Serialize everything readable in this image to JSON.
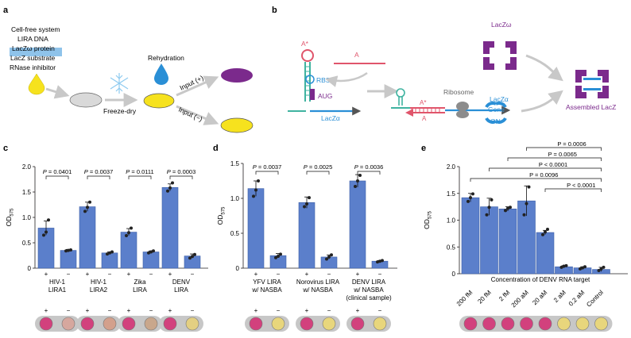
{
  "panel_labels": {
    "a": "a",
    "b": "b",
    "c": "c",
    "d": "d",
    "e": "e"
  },
  "panel_a": {
    "reagents": [
      "Cell-free system",
      "LIRA DNA",
      "LacZω protein",
      "LacZ substrate",
      "RNase inhibitor"
    ],
    "rehydration": "Rehydration",
    "freeze_dry": "Freeze-dry",
    "input_pos": "Input (+)",
    "input_neg": "Input (−)",
    "colors": {
      "yellow": "#f6e21e",
      "blue": "#2a8fd6",
      "purple": "#7b2a8c",
      "gray": "#d9d9d9",
      "highlight": "#8fc3ea"
    }
  },
  "panel_b": {
    "A_star_top": "A*",
    "A_trigger": "A",
    "RBS": "RBS",
    "AUG": "AUG",
    "LacZa_left": "LacZα",
    "A_star_mid": "A*",
    "A_mid": "A",
    "Ribosome": "Ribosome",
    "LacZa_right": "LacZα",
    "Gene": "Gene",
    "ON": "ON",
    "LacZw": "LacZω",
    "Assembled": "Assembled LacZ"
  },
  "chart_data": [
    {
      "panel": "c",
      "type": "bar",
      "ylabel": "OD575",
      "ylabel_main": "OD",
      "ylabel_sub": "575",
      "ylim": [
        0,
        2.0
      ],
      "yticks": [
        "0",
        "0.5",
        "1.0",
        "1.5",
        "2.0"
      ],
      "groups": [
        {
          "line1": "HIV-1",
          "line2": "LIRA1",
          "p": "0.0401"
        },
        {
          "line1": "HIV-1",
          "line2": "LIRA2",
          "p": "0.0037"
        },
        {
          "line1": "Zika",
          "line2": "LIRA",
          "p": "0.0111"
        },
        {
          "line1": "DENV",
          "line2": "LIRA",
          "p": "0.0003"
        }
      ],
      "values": [
        0.79,
        0.35,
        1.21,
        0.3,
        0.71,
        0.32,
        1.59,
        0.24
      ],
      "errors": [
        0.14,
        0.02,
        0.09,
        0.02,
        0.07,
        0.02,
        0.07,
        0.04
      ],
      "pts": [
        [
          0.65,
          0.71,
          0.95
        ],
        [
          0.34,
          0.35,
          0.36
        ],
        [
          1.12,
          1.2,
          1.3
        ],
        [
          0.28,
          0.3,
          0.32
        ],
        [
          0.64,
          0.7,
          0.79
        ],
        [
          0.3,
          0.32,
          0.34
        ],
        [
          1.52,
          1.58,
          1.68
        ],
        [
          0.2,
          0.23,
          0.27
        ]
      ],
      "signs": [
        "+",
        "−"
      ],
      "well_colors": [
        "#d2417d",
        "#d6a79e",
        "#d2417d",
        "#d3a08c",
        "#d2417d",
        "#c9a78c",
        "#d2417d",
        "#e3cf82"
      ]
    },
    {
      "panel": "d",
      "type": "bar",
      "ylabel": "OD575",
      "ylabel_main": "OD",
      "ylabel_sub": "575",
      "ylim": [
        0,
        1.5
      ],
      "yticks": [
        "0",
        "0.5",
        "1.0",
        "1.5"
      ],
      "groups": [
        {
          "line1": "YFV LIRA",
          "line2": "w/ NASBA",
          "line3": "",
          "p": "0.0037"
        },
        {
          "line1": "Norovirus LIRA",
          "line2": "w/ NASBA",
          "line3": "",
          "p": "0.0025"
        },
        {
          "line1": "DENV LIRA",
          "line2": "w/ NASBA",
          "line3": "(clinical sample)",
          "p": "0.0036"
        }
      ],
      "values": [
        1.14,
        0.18,
        0.94,
        0.16,
        1.25,
        0.1
      ],
      "errors": [
        0.11,
        0.03,
        0.08,
        0.03,
        0.09,
        0.01
      ],
      "pts": [
        [
          1.03,
          1.12,
          1.25
        ],
        [
          0.15,
          0.17,
          0.2
        ],
        [
          0.88,
          0.92,
          1.01
        ],
        [
          0.13,
          0.16,
          0.19
        ],
        [
          1.17,
          1.25,
          1.33
        ],
        [
          0.09,
          0.1,
          0.11
        ]
      ],
      "signs": [
        "+",
        "−"
      ],
      "well_colors": [
        "#d2417d",
        "#e8d67c",
        "#d2417d",
        "#e8d67c",
        "#d2417d",
        "#e8d67c"
      ]
    },
    {
      "panel": "e",
      "type": "bar",
      "ylabel": "OD575",
      "ylabel_main": "OD",
      "ylabel_sub": "575",
      "ylim": [
        0,
        2.0
      ],
      "yticks": [
        "0",
        "0.5",
        "1.0",
        "1.5",
        "2.0"
      ],
      "xlabel": "Concentration of DENV RNA target",
      "categories": [
        "200 fM",
        "20 fM",
        "2 fM",
        "200 aM",
        "20 aM",
        "2 aM",
        "0.2 aM",
        "Control"
      ],
      "values": [
        1.42,
        1.25,
        1.21,
        1.36,
        0.77,
        0.13,
        0.11,
        0.08
      ],
      "errors": [
        0.08,
        0.16,
        0.04,
        0.28,
        0.04,
        0.02,
        0.02,
        0.04
      ],
      "pts": [
        [
          1.35,
          1.42,
          1.49
        ],
        [
          1.1,
          1.24,
          1.38
        ],
        [
          1.18,
          1.22,
          1.24
        ],
        [
          1.1,
          1.31,
          1.62
        ],
        [
          0.73,
          0.78,
          0.83
        ],
        [
          0.12,
          0.14,
          0.15
        ],
        [
          0.09,
          0.11,
          0.13
        ],
        [
          0.06,
          0.09,
          0.12
        ]
      ],
      "comparisons": [
        {
          "to": "200 aM",
          "p_text": "P = 0.0006"
        },
        {
          "to": "2 fM",
          "p_text": "P = 0.0065"
        },
        {
          "to": "20 fM",
          "p_text": "P < 0.0001"
        },
        {
          "to": "200 fM",
          "p_text": "P = 0.0096"
        },
        {
          "to": "20 aM",
          "p_text": "P < 0.0001"
        }
      ],
      "well_colors": [
        "#d2417d",
        "#d2417d",
        "#d2417d",
        "#d2417d",
        "#d2417d",
        "#e8d67c",
        "#e8d67c",
        "#e8d67c"
      ]
    }
  ],
  "style": {
    "bar": "#5b7fcb",
    "bar_edge": "#3d5fa8",
    "axis": "#231f20",
    "well_tray": "#c7c7c7"
  }
}
